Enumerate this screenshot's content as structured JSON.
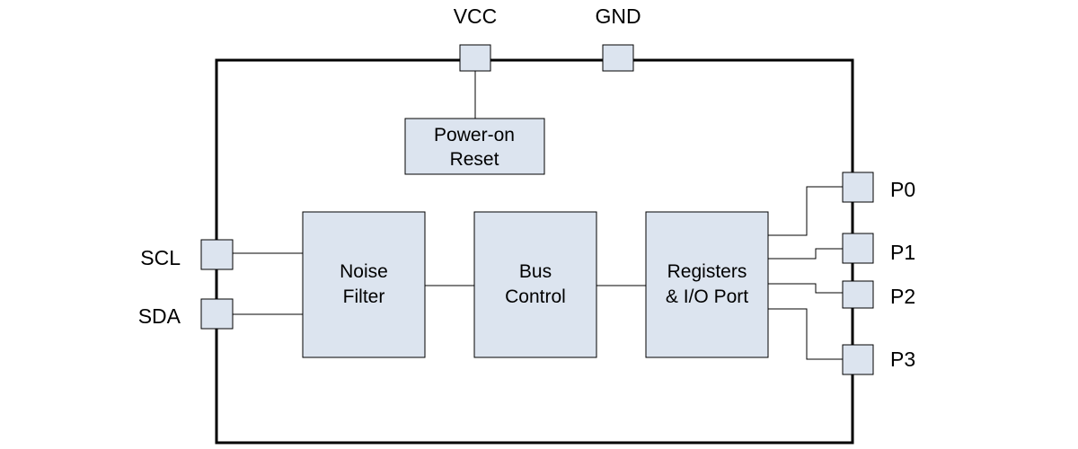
{
  "pins": {
    "vcc": "VCC",
    "gnd": "GND",
    "scl": "SCL",
    "sda": "SDA",
    "p0": "P0",
    "p1": "P1",
    "p2": "P2",
    "p3": "P3"
  },
  "blocks": {
    "power_on_reset": [
      "Power-on",
      "Reset"
    ],
    "noise_filter": [
      "Noise",
      "Filter"
    ],
    "bus_control": [
      "Bus",
      "Control"
    ],
    "registers_io_port": [
      "Registers",
      "& I/O Port"
    ]
  },
  "colors": {
    "block_fill": "#dce4ef",
    "stroke": "#000000"
  }
}
